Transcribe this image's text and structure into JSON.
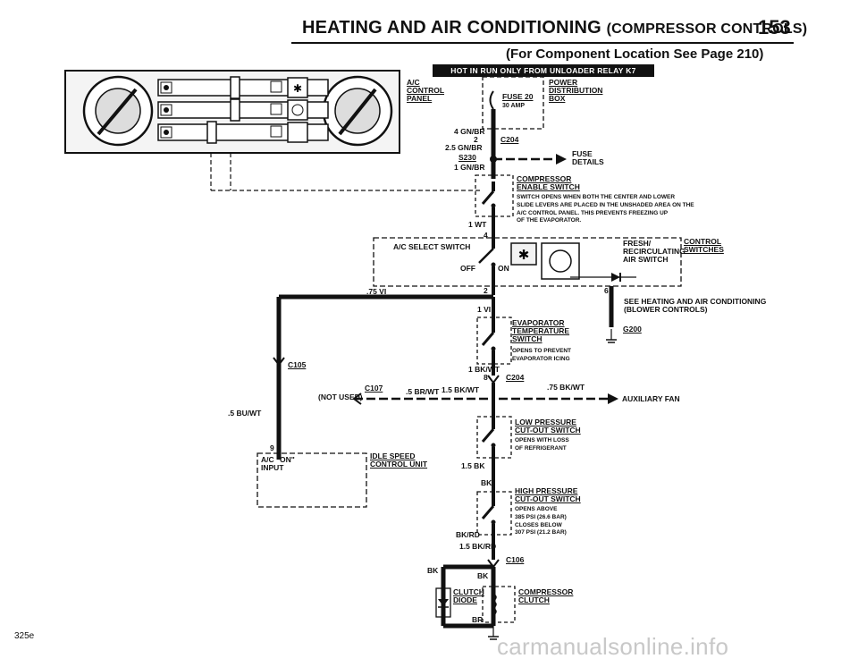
{
  "header": {
    "title_main": "HEATING AND AIR CONDITIONING",
    "title_sub": "(COMPRESSOR CONTROLS)",
    "page_number": "153",
    "component_location": "(For Component Location See Page 210)",
    "hot_banner": "HOT IN RUN ONLY FROM UNLOADER RELAY K7"
  },
  "labels": {
    "ac_control_panel": [
      "A/C",
      "CONTROL",
      "PANEL"
    ],
    "power_dist": [
      "POWER",
      "DISTRIBUTION",
      "BOX"
    ],
    "fuse": "FUSE 20",
    "fuse_amp": "30 AMP",
    "w_4gnbr": "4 GN/BR",
    "c204_top_pin": "2",
    "c204_top": "C204",
    "w_25gnbr": "2.5 GN/BR",
    "s230": "S230",
    "w_1gnbr": "1 GN/BR",
    "fuse_details": [
      "FUSE",
      "DETAILS"
    ],
    "comp_enable": [
      "COMPRESSOR",
      "ENABLE SWITCH"
    ],
    "comp_enable_note": [
      "SWITCH OPENS WHEN BOTH THE CENTER AND LOWER",
      "SLIDE LEVERS ARE PLACED IN THE UNSHADED AREA ON THE",
      "A/C CONTROL PANEL. THIS PREVENTS FREEZING UP",
      "OF THE EVAPORATOR."
    ],
    "w_1wt": "1 WT",
    "pin4": "4",
    "ac_select": "A/C SELECT SWITCH",
    "off": "OFF",
    "on": "ON",
    "fresh": [
      "FRESH/",
      "RECIRCULATING",
      "AIR SWITCH"
    ],
    "control_switches": [
      "CONTROL",
      "SWITCHES"
    ],
    "w_75vi": ".75 VI",
    "pin2": "2",
    "pin6": "6",
    "w_1vi": "1 VI",
    "see_heating": [
      "SEE HEATING AND AIR CONDITIONING",
      "(BLOWER CONTROLS)"
    ],
    "g200": "G200",
    "evap": [
      "EVAPORATOR",
      "TEMPERATURE",
      "SWITCH"
    ],
    "evap_note": [
      "OPENS TO PREVENT",
      "EVAPORATOR ICING"
    ],
    "c105": "C105",
    "w_1bkwt": "1 BK/WT",
    "pin8": "8",
    "c204_mid": "C204",
    "c107": "C107",
    "not_used": "(NOT USED)",
    "w_5brwt": ".5 BR/WT",
    "w_15bkwt": "1.5 BK/WT",
    "w_75bkwt": ".75 BK/WT",
    "aux_fan": "AUXILIARY FAN",
    "w_5buwt": ".5 BU/WT",
    "low_pressure": [
      "LOW PRESSURE",
      "CUT-OUT SWITCH"
    ],
    "low_note": [
      "OPENS WITH LOSS",
      "OF REFRIGERANT"
    ],
    "pin9": "9",
    "ac_on_input": [
      "A/C \"ON\"",
      "INPUT"
    ],
    "idle_speed": [
      "IDLE SPEED",
      "CONTROL UNIT"
    ],
    "w_15bk": "1.5 BK",
    "w_bk": "BK",
    "high_pressure": [
      "HIGH PRESSURE",
      "CUT-OUT SWITCH"
    ],
    "high_note": [
      "OPENS ABOVE",
      "385 PSI (26.6 BAR)",
      "CLOSES BELOW",
      "307 PSI (21.2 BAR)"
    ],
    "w_bkrd": "BK/RD",
    "w_15bkrd": "1.5 BK/RD",
    "c106": "C106",
    "w_bk_left": "BK",
    "w_bk_right": "BK",
    "clutch_diode": [
      "CLUTCH",
      "DIODE"
    ],
    "comp_clutch": [
      "COMPRESSOR",
      "CLUTCH"
    ],
    "w_br": "BR"
  },
  "footer": "325e",
  "watermark": "carmanualsonline.info"
}
